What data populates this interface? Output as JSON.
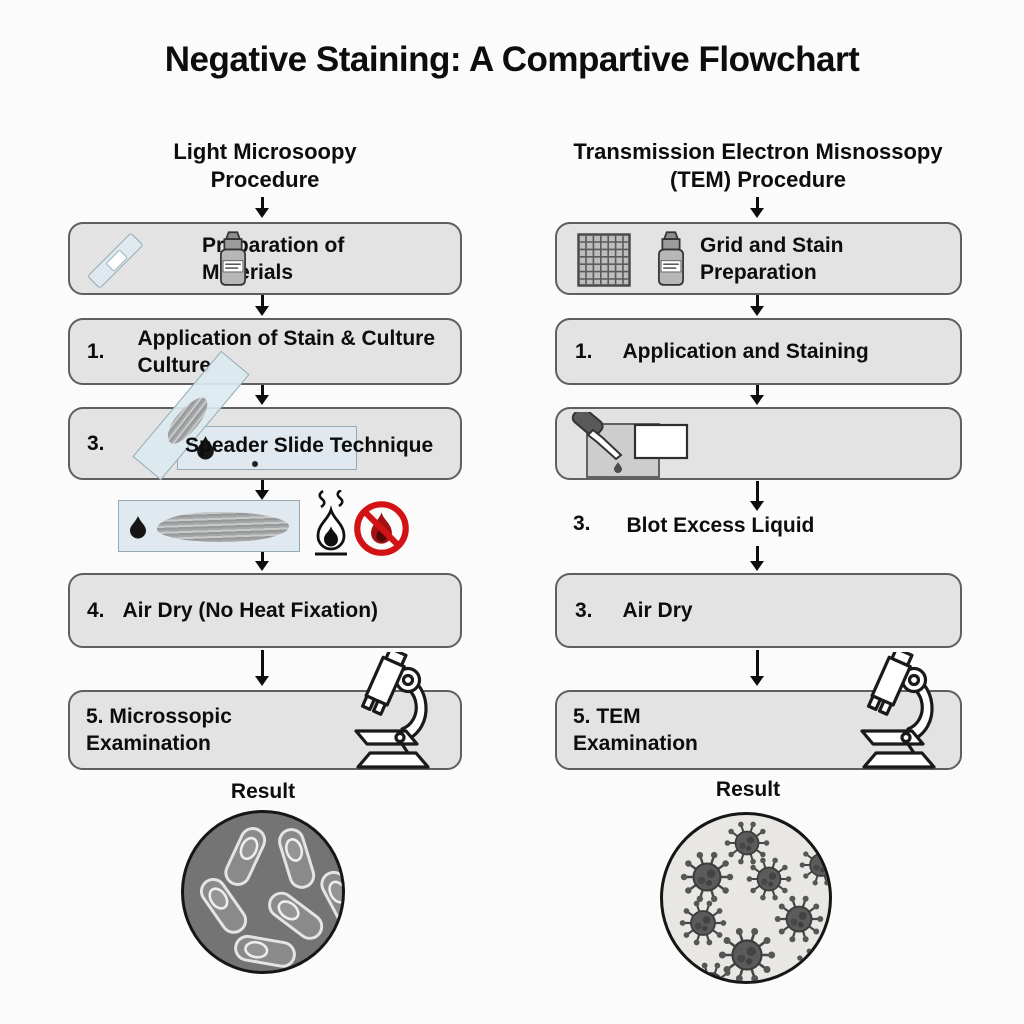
{
  "title": "Negative Staining: A Compartive Flowchart",
  "left": {
    "header_line1": "Light Microsoopy",
    "header_line2": "Procedure",
    "prep": {
      "line1": "Preparation of",
      "line2": "Materials"
    },
    "step1": {
      "num": "1.",
      "line1": "Application of Stain & Culture",
      "line2": "Culture"
    },
    "step3": {
      "num": "3.",
      "text": "Speader Slide Technique"
    },
    "step4": {
      "num": "4.",
      "text": "Air Dry (No Heat Fixation)"
    },
    "step5": {
      "line1": "5. Microssopic",
      "line2": "Examination"
    },
    "result_label": "Result"
  },
  "right": {
    "header_line1": "Transmission Electron Misnossopy",
    "header_line2": "(TEM) Procedure",
    "prep": {
      "line1": "Grid and Stain",
      "line2": "Preparation"
    },
    "step1": {
      "num": "1.",
      "text": "Application and Staining"
    },
    "blot": {
      "num": "3.",
      "text": "Blot Excess Liquid"
    },
    "airdry": {
      "num": "3.",
      "text": "Air Dry"
    },
    "step5": {
      "line1": "5. TEM",
      "line2": "Examination"
    },
    "result_label": "Result"
  },
  "icons": {
    "glass_slide": "glass-slide-icon",
    "stain_bottle": "stain-dropper-bottle-icon",
    "tem_grid": "tem-grid-icon",
    "spreader_slide": "spreader-slide-icon",
    "smear_slide": "smear-slide-icon",
    "pipette": "pipette-dropper-icon",
    "flame": "flame-heat-icon",
    "no_heat": "no-heat-prohibition-icon",
    "microscope": "microscope-icon",
    "down_arrow": "down-arrow",
    "bacteria_rod": "bacteria-rod-illustration",
    "virus_particle": "virus-particle-illustration"
  },
  "colors": {
    "background": "#fbfbfb",
    "box_fill": "#e3e3e3",
    "box_border": "#5f5f5f",
    "slide_fill": "#dfe9ef",
    "slide_border": "#93aab6",
    "smear_gray": "#8f8f8f",
    "prohibition_red": "#d31216",
    "text": "#0d0d0d",
    "result_left_fill": "#747474",
    "result_right_fill": "#e9e7e3"
  }
}
